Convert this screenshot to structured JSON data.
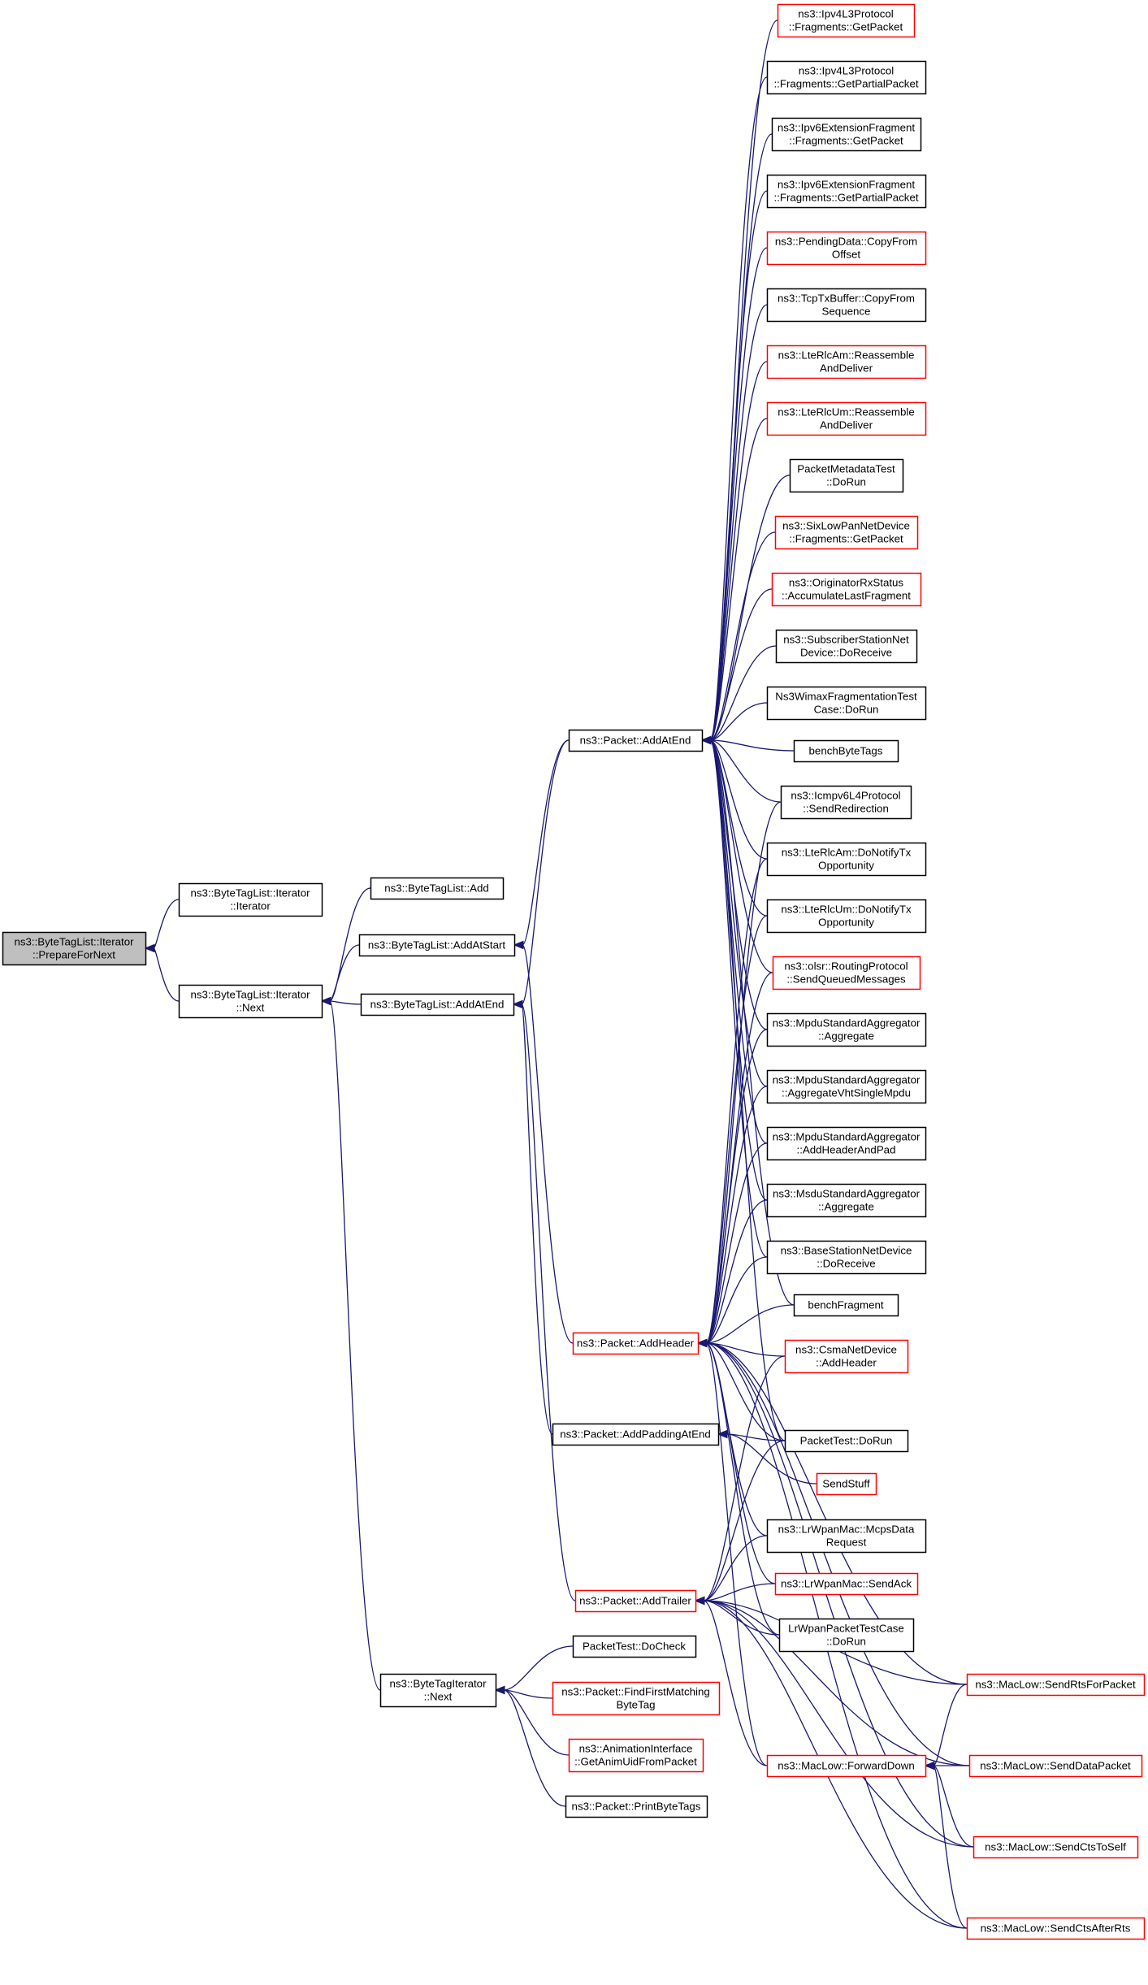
{
  "colors": {
    "edge": "#191970",
    "normal_border": "#000000",
    "truncated_border": "#ff0000",
    "root_fill": "#bfbfbf",
    "node_fill": "#ffffff"
  },
  "nodes": [
    {
      "id": "root",
      "lines": [
        "ns3::ByteTagList::Iterator",
        "::PrepareForNext"
      ],
      "style": "root"
    },
    {
      "id": "iter_ctor",
      "lines": [
        "ns3::ByteTagList::Iterator",
        "::Iterator"
      ],
      "style": "normal"
    },
    {
      "id": "iter_next",
      "lines": [
        "ns3::ByteTagList::Iterator",
        "::Next"
      ],
      "style": "normal"
    },
    {
      "id": "btl_add",
      "lines": [
        "ns3::ByteTagList::Add"
      ],
      "style": "normal"
    },
    {
      "id": "btl_addstart",
      "lines": [
        "ns3::ByteTagList::AddAtStart"
      ],
      "style": "normal"
    },
    {
      "id": "btl_addend",
      "lines": [
        "ns3::ByteTagList::AddAtEnd"
      ],
      "style": "normal"
    },
    {
      "id": "bti_next",
      "lines": [
        "ns3::ByteTagIterator",
        "::Next"
      ],
      "style": "normal"
    },
    {
      "id": "pkt_addatend",
      "lines": [
        "ns3::Packet::AddAtEnd"
      ],
      "style": "normal"
    },
    {
      "id": "pkt_addheader",
      "lines": [
        "ns3::Packet::AddHeader"
      ],
      "style": "red"
    },
    {
      "id": "pkt_addpad",
      "lines": [
        "ns3::Packet::AddPaddingAtEnd"
      ],
      "style": "normal"
    },
    {
      "id": "pkt_addtrailer",
      "lines": [
        "ns3::Packet::AddTrailer"
      ],
      "style": "red"
    },
    {
      "id": "pt_docheck",
      "lines": [
        "PacketTest::DoCheck"
      ],
      "style": "normal"
    },
    {
      "id": "pkt_findfirst",
      "lines": [
        "ns3::Packet::FindFirstMatching",
        "ByteTag"
      ],
      "style": "red"
    },
    {
      "id": "anim_uid",
      "lines": [
        "ns3::AnimationInterface",
        "::GetAnimUidFromPacket"
      ],
      "style": "red"
    },
    {
      "id": "pkt_printbt",
      "lines": [
        "ns3::Packet::PrintByteTags"
      ],
      "style": "normal"
    },
    {
      "id": "ipv4_getpacket",
      "lines": [
        "ns3::Ipv4L3Protocol",
        "::Fragments::GetPacket"
      ],
      "style": "red"
    },
    {
      "id": "ipv4_getpartial",
      "lines": [
        "ns3::Ipv4L3Protocol",
        "::Fragments::GetPartialPacket"
      ],
      "style": "normal"
    },
    {
      "id": "ipv6_getpacket",
      "lines": [
        "ns3::Ipv6ExtensionFragment",
        "::Fragments::GetPacket"
      ],
      "style": "normal"
    },
    {
      "id": "ipv6_getpartial",
      "lines": [
        "ns3::Ipv6ExtensionFragment",
        "::Fragments::GetPartialPacket"
      ],
      "style": "normal"
    },
    {
      "id": "pending_copy",
      "lines": [
        "ns3::PendingData::CopyFrom",
        "Offset"
      ],
      "style": "red"
    },
    {
      "id": "tcptx_copy",
      "lines": [
        "ns3::TcpTxBuffer::CopyFrom",
        "Sequence"
      ],
      "style": "normal"
    },
    {
      "id": "lterlcam_reasm",
      "lines": [
        "ns3::LteRlcAm::Reassemble",
        "AndDeliver"
      ],
      "style": "red"
    },
    {
      "id": "lterlcum_reasm",
      "lines": [
        "ns3::LteRlcUm::Reassemble",
        "AndDeliver"
      ],
      "style": "red"
    },
    {
      "id": "pmt_dorun",
      "lines": [
        "PacketMetadataTest",
        "::DoRun"
      ],
      "style": "normal"
    },
    {
      "id": "sixlowpan",
      "lines": [
        "ns3::SixLowPanNetDevice",
        "::Fragments::GetPacket"
      ],
      "style": "red"
    },
    {
      "id": "originator",
      "lines": [
        "ns3::OriginatorRxStatus",
        "::AccumulateLastFragment"
      ],
      "style": "red"
    },
    {
      "id": "subscriber",
      "lines": [
        "ns3::SubscriberStationNet",
        "Device::DoReceive"
      ],
      "style": "normal"
    },
    {
      "id": "wimaxfrag",
      "lines": [
        "Ns3WimaxFragmentationTest",
        "Case::DoRun"
      ],
      "style": "normal"
    },
    {
      "id": "benchbytetags",
      "lines": [
        "benchByteTags"
      ],
      "style": "normal"
    },
    {
      "id": "icmpv6",
      "lines": [
        "ns3::Icmpv6L4Protocol",
        "::SendRedirection"
      ],
      "style": "normal"
    },
    {
      "id": "lterlcam_notify",
      "lines": [
        "ns3::LteRlcAm::DoNotifyTx",
        "Opportunity"
      ],
      "style": "normal"
    },
    {
      "id": "lterlcum_notify",
      "lines": [
        "ns3::LteRlcUm::DoNotifyTx",
        "Opportunity"
      ],
      "style": "normal"
    },
    {
      "id": "olsr",
      "lines": [
        "ns3::olsr::RoutingProtocol",
        "::SendQueuedMessages"
      ],
      "style": "red"
    },
    {
      "id": "mpdu_agg",
      "lines": [
        "ns3::MpduStandardAggregator",
        "::Aggregate"
      ],
      "style": "normal"
    },
    {
      "id": "mpdu_aggvht",
      "lines": [
        "ns3::MpduStandardAggregator",
        "::AggregateVhtSingleMpdu"
      ],
      "style": "normal"
    },
    {
      "id": "mpdu_addhdr",
      "lines": [
        "ns3::MpduStandardAggregator",
        "::AddHeaderAndPad"
      ],
      "style": "normal"
    },
    {
      "id": "msdu_agg",
      "lines": [
        "ns3::MsduStandardAggregator",
        "::Aggregate"
      ],
      "style": "normal"
    },
    {
      "id": "basestation",
      "lines": [
        "ns3::BaseStationNetDevice",
        "::DoReceive"
      ],
      "style": "normal"
    },
    {
      "id": "benchfragment",
      "lines": [
        "benchFragment"
      ],
      "style": "normal"
    },
    {
      "id": "csma_addheader",
      "lines": [
        "ns3::CsmaNetDevice",
        "::AddHeader"
      ],
      "style": "red"
    },
    {
      "id": "pt_dorun",
      "lines": [
        "PacketTest::DoRun"
      ],
      "style": "normal"
    },
    {
      "id": "sendstuff",
      "lines": [
        "SendStuff"
      ],
      "style": "red"
    },
    {
      "id": "lrwpan_mcps",
      "lines": [
        "ns3::LrWpanMac::McpsData",
        "Request"
      ],
      "style": "normal"
    },
    {
      "id": "lrwpan_sendack",
      "lines": [
        "ns3::LrWpanMac::SendAck"
      ],
      "style": "red"
    },
    {
      "id": "lrwpan_test",
      "lines": [
        "LrWpanPacketTestCase",
        "::DoRun"
      ],
      "style": "normal"
    },
    {
      "id": "maclow_rts",
      "lines": [
        "ns3::MacLow::SendRtsForPacket"
      ],
      "style": "red"
    },
    {
      "id": "maclow_fwd",
      "lines": [
        "ns3::MacLow::ForwardDown"
      ],
      "style": "red"
    },
    {
      "id": "maclow_data",
      "lines": [
        "ns3::MacLow::SendDataPacket"
      ],
      "style": "red"
    },
    {
      "id": "maclow_ctsself",
      "lines": [
        "ns3::MacLow::SendCtsToSelf"
      ],
      "style": "red"
    },
    {
      "id": "maclow_ctsafter",
      "lines": [
        "ns3::MacLow::SendCtsAfterRts"
      ],
      "style": "red"
    }
  ],
  "edges": [
    [
      "iter_ctor",
      "root"
    ],
    [
      "iter_next",
      "root"
    ],
    [
      "btl_add",
      "iter_next"
    ],
    [
      "btl_addstart",
      "iter_next"
    ],
    [
      "btl_addend",
      "iter_next"
    ],
    [
      "bti_next",
      "iter_next"
    ],
    [
      "pkt_addatend",
      "btl_addstart"
    ],
    [
      "pkt_addheader",
      "btl_addstart"
    ],
    [
      "pkt_addatend",
      "btl_addend"
    ],
    [
      "pkt_addpad",
      "btl_addend"
    ],
    [
      "pkt_addtrailer",
      "btl_addend"
    ],
    [
      "pt_docheck",
      "bti_next"
    ],
    [
      "pkt_findfirst",
      "bti_next"
    ],
    [
      "anim_uid",
      "bti_next"
    ],
    [
      "pkt_printbt",
      "bti_next"
    ],
    [
      "ipv4_getpacket",
      "pkt_addatend"
    ],
    [
      "ipv4_getpartial",
      "pkt_addatend"
    ],
    [
      "ipv6_getpacket",
      "pkt_addatend"
    ],
    [
      "ipv6_getpartial",
      "pkt_addatend"
    ],
    [
      "pending_copy",
      "pkt_addatend"
    ],
    [
      "tcptx_copy",
      "pkt_addatend"
    ],
    [
      "lterlcam_reasm",
      "pkt_addatend"
    ],
    [
      "lterlcum_reasm",
      "pkt_addatend"
    ],
    [
      "pmt_dorun",
      "pkt_addatend"
    ],
    [
      "sixlowpan",
      "pkt_addatend"
    ],
    [
      "originator",
      "pkt_addatend"
    ],
    [
      "subscriber",
      "pkt_addatend"
    ],
    [
      "wimaxfrag",
      "pkt_addatend"
    ],
    [
      "benchbytetags",
      "pkt_addatend"
    ],
    [
      "icmpv6",
      "pkt_addatend"
    ],
    [
      "lterlcam_notify",
      "pkt_addatend"
    ],
    [
      "lterlcum_notify",
      "pkt_addatend"
    ],
    [
      "olsr",
      "pkt_addatend"
    ],
    [
      "mpdu_agg",
      "pkt_addatend"
    ],
    [
      "mpdu_aggvht",
      "pkt_addatend"
    ],
    [
      "mpdu_addhdr",
      "pkt_addatend"
    ],
    [
      "msdu_agg",
      "pkt_addatend"
    ],
    [
      "basestation",
      "pkt_addatend"
    ],
    [
      "benchfragment",
      "pkt_addatend"
    ],
    [
      "pt_dorun",
      "pkt_addatend"
    ],
    [
      "icmpv6",
      "pkt_addheader"
    ],
    [
      "lterlcam_notify",
      "pkt_addheader"
    ],
    [
      "lterlcum_notify",
      "pkt_addheader"
    ],
    [
      "olsr",
      "pkt_addheader"
    ],
    [
      "mpdu_agg",
      "pkt_addheader"
    ],
    [
      "mpdu_aggvht",
      "pkt_addheader"
    ],
    [
      "mpdu_addhdr",
      "pkt_addheader"
    ],
    [
      "msdu_agg",
      "pkt_addheader"
    ],
    [
      "basestation",
      "pkt_addheader"
    ],
    [
      "benchfragment",
      "pkt_addheader"
    ],
    [
      "csma_addheader",
      "pkt_addheader"
    ],
    [
      "pt_dorun",
      "pkt_addheader"
    ],
    [
      "lrwpan_mcps",
      "pkt_addheader"
    ],
    [
      "lrwpan_sendack",
      "pkt_addheader"
    ],
    [
      "lrwpan_test",
      "pkt_addheader"
    ],
    [
      "maclow_rts",
      "pkt_addheader"
    ],
    [
      "maclow_fwd",
      "pkt_addheader"
    ],
    [
      "maclow_data",
      "pkt_addheader"
    ],
    [
      "maclow_ctsself",
      "pkt_addheader"
    ],
    [
      "maclow_ctsafter",
      "pkt_addheader"
    ],
    [
      "pt_dorun",
      "pkt_addpad"
    ],
    [
      "sendstuff",
      "pkt_addpad"
    ],
    [
      "csma_addheader",
      "pkt_addtrailer"
    ],
    [
      "pt_dorun",
      "pkt_addtrailer"
    ],
    [
      "lrwpan_mcps",
      "pkt_addtrailer"
    ],
    [
      "lrwpan_sendack",
      "pkt_addtrailer"
    ],
    [
      "lrwpan_test",
      "pkt_addtrailer"
    ],
    [
      "maclow_rts",
      "pkt_addtrailer"
    ],
    [
      "maclow_fwd",
      "pkt_addtrailer"
    ],
    [
      "maclow_data",
      "pkt_addtrailer"
    ],
    [
      "maclow_ctsself",
      "pkt_addtrailer"
    ],
    [
      "maclow_ctsafter",
      "pkt_addtrailer"
    ],
    [
      "maclow_rts",
      "maclow_fwd"
    ],
    [
      "maclow_data",
      "maclow_fwd"
    ],
    [
      "maclow_ctsself",
      "maclow_fwd"
    ],
    [
      "maclow_ctsafter",
      "maclow_fwd"
    ]
  ]
}
